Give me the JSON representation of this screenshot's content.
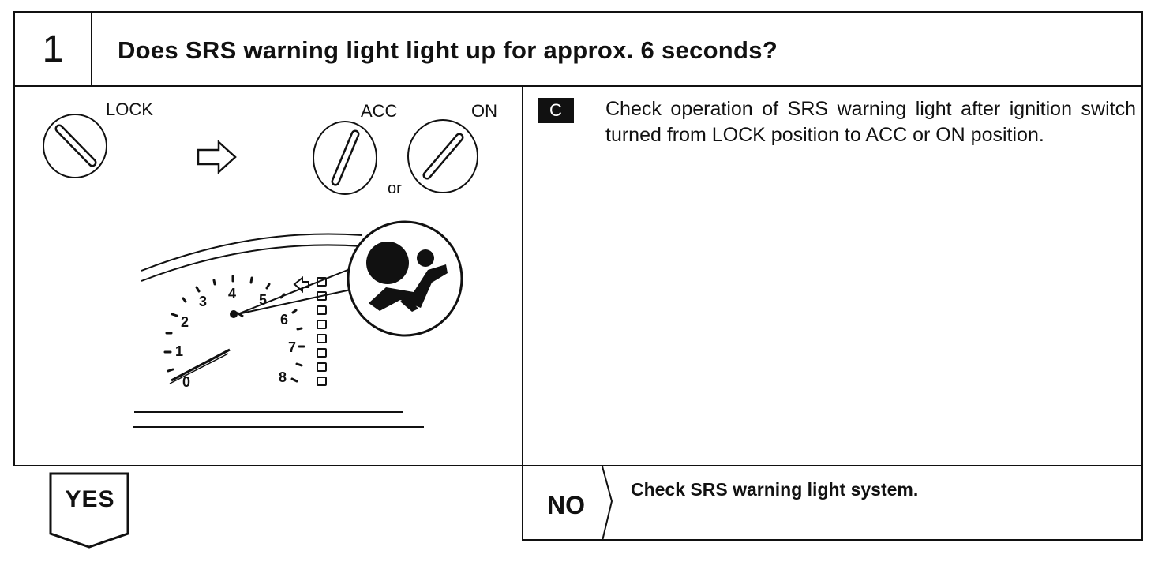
{
  "step": {
    "number": "1",
    "question": "Does SRS warning light light up for approx. 6 seconds?"
  },
  "figure": {
    "key_positions": {
      "lock": "LOCK",
      "acc": "ACC",
      "on": "ON",
      "or": "or"
    },
    "gauge_numbers": [
      "0",
      "1",
      "2",
      "3",
      "4",
      "5",
      "6",
      "7",
      "8"
    ],
    "icons": [
      "ignition-key-lock-icon",
      "right-arrow-icon",
      "ignition-key-acc-icon",
      "ignition-key-on-icon",
      "tachometer-gauge-icon",
      "srs-airbag-warning-icon"
    ]
  },
  "instruction": {
    "badge": "C",
    "text": "Check operation of SRS warning light after ignition switch turned from LOCK position to ACC or ON position."
  },
  "yes": {
    "label": "YES"
  },
  "no": {
    "label": "NO",
    "text": "Check SRS warning light system."
  },
  "colors": {
    "ink": "#111111",
    "paper": "#ffffff"
  }
}
